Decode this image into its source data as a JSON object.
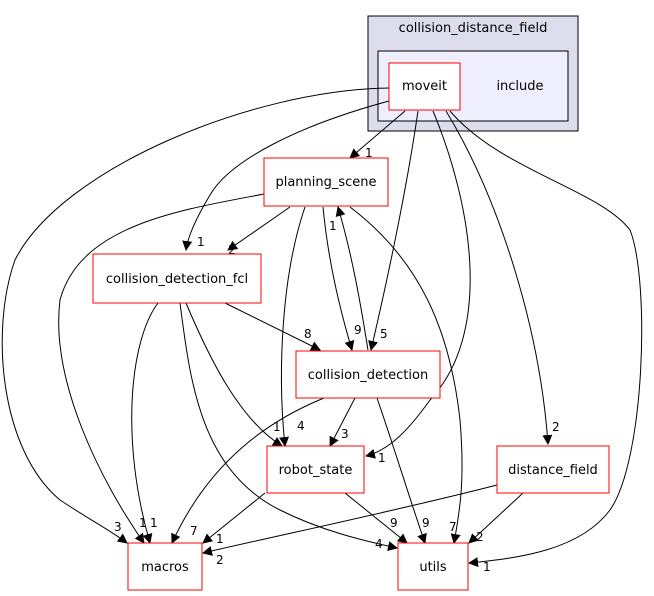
{
  "clusters": {
    "outer": {
      "label": "collision_distance_field"
    },
    "inner": {
      "label": "include"
    }
  },
  "nodes": {
    "moveit": "moveit",
    "planning_scene": "planning_scene",
    "collision_detection_fcl": "collision_detection_fcl",
    "collision_detection": "collision_detection",
    "robot_state": "robot_state",
    "distance_field": "distance_field",
    "macros": "macros",
    "utils": "utils"
  },
  "edges": [
    {
      "from": "moveit",
      "to": "planning_scene",
      "label": "1"
    },
    {
      "from": "moveit",
      "to": "collision_detection_fcl",
      "label": "1"
    },
    {
      "from": "moveit",
      "to": "collision_detection",
      "label": "5"
    },
    {
      "from": "moveit",
      "to": "robot_state",
      "label": "1"
    },
    {
      "from": "moveit",
      "to": "distance_field",
      "label": "2"
    },
    {
      "from": "moveit",
      "to": "macros",
      "label": "3"
    },
    {
      "from": "moveit",
      "to": "utils",
      "label": "1"
    },
    {
      "from": "planning_scene",
      "to": "collision_detection_fcl",
      "label": "2"
    },
    {
      "from": "planning_scene",
      "to": "collision_detection",
      "label": "9"
    },
    {
      "from": "planning_scene",
      "to": "robot_state",
      "label": "4"
    },
    {
      "from": "planning_scene",
      "to": "macros",
      "label": "1"
    },
    {
      "from": "planning_scene",
      "to": "utils",
      "label": "7"
    },
    {
      "from": "collision_detection",
      "to": "planning_scene",
      "label": "1"
    },
    {
      "from": "collision_detection_fcl",
      "to": "collision_detection",
      "label": "8"
    },
    {
      "from": "collision_detection_fcl",
      "to": "robot_state",
      "label": "1"
    },
    {
      "from": "collision_detection_fcl",
      "to": "macros",
      "label": "1"
    },
    {
      "from": "collision_detection_fcl",
      "to": "utils",
      "label": "4"
    },
    {
      "from": "collision_detection",
      "to": "robot_state",
      "label": "3"
    },
    {
      "from": "collision_detection",
      "to": "macros",
      "label": "7"
    },
    {
      "from": "collision_detection",
      "to": "utils",
      "label": "9"
    },
    {
      "from": "robot_state",
      "to": "macros",
      "label": "1"
    },
    {
      "from": "robot_state",
      "to": "utils",
      "label": "9"
    },
    {
      "from": "distance_field",
      "to": "macros",
      "label": "2"
    },
    {
      "from": "distance_field",
      "to": "utils",
      "label": "2"
    }
  ],
  "colors": {
    "outer_fill": "#dddded",
    "inner_fill": "#eeeeff",
    "node_border": "#ff0000",
    "edge": "#000000"
  }
}
